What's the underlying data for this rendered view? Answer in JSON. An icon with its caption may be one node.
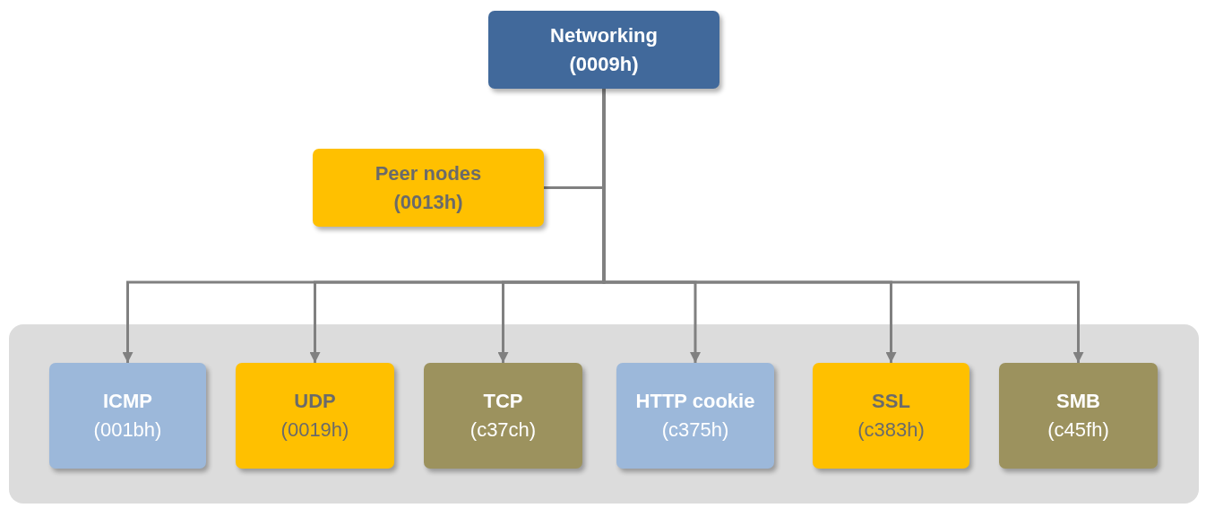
{
  "diagram": {
    "nodes": [
      {
        "text": [
          "Networking",
          "(0009h)"
        ]
      },
      {
        "text": [
          "Peer nodes",
          "(0013h)"
        ]
      },
      {
        "text": [],
        "shape": "box"
      },
      {
        "text": [
          "ICMP",
          "(001bh)"
        ],
        "in": 2
      },
      {
        "text": [
          "UDP",
          "(0019h)"
        ],
        "in": 2
      },
      {
        "text": [
          "TCP",
          "(c37ch)"
        ],
        "in": 2
      },
      {
        "text": [
          "HTTP cookie",
          "(c375h)"
        ],
        "in": 2
      },
      {
        "text": [
          "SSL",
          "(c383h)"
        ],
        "in": 2
      },
      {
        "text": [
          "SMB",
          "(c45fh)"
        ],
        "in": 2
      }
    ],
    "edges": [
      {
        "from": 0,
        "to": 1,
        "arrow": "none"
      },
      {
        "from": 0,
        "to": 3,
        "arrow": "to"
      },
      {
        "from": 0,
        "to": 4,
        "arrow": "to"
      },
      {
        "from": 0,
        "to": 5,
        "arrow": "to"
      },
      {
        "from": 0,
        "to": 6,
        "arrow": "to"
      },
      {
        "from": 0,
        "to": 7,
        "arrow": "to"
      },
      {
        "from": 0,
        "to": 8,
        "arrow": "to"
      }
    ]
  }
}
